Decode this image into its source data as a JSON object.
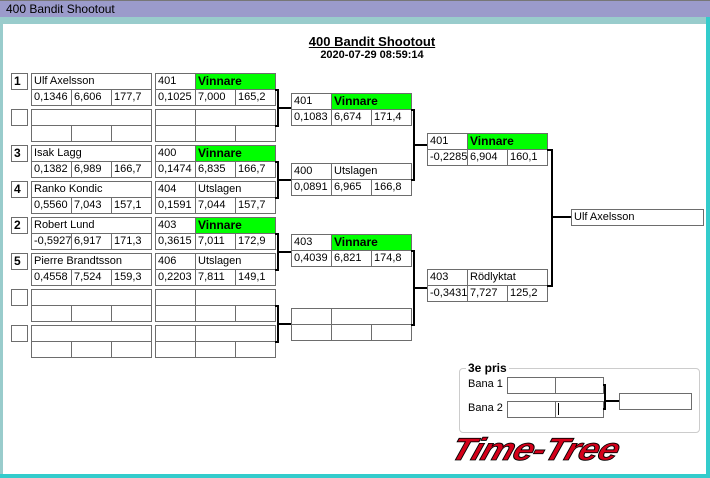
{
  "window": {
    "title": "400 Bandit Shootout"
  },
  "header": {
    "title": "400 Bandit Shootout",
    "datetime": "2020-07-29 08:59:14"
  },
  "round1": [
    {
      "seed": "1",
      "name": "Ulf Axelsson",
      "stats": [
        "0,1346",
        "6,606",
        "177,7"
      ],
      "lane": "401",
      "status": "Vinnare",
      "result": [
        "0,1025",
        "7,000",
        "165,2"
      ]
    },
    {
      "seed": "",
      "name": "",
      "stats": [
        "",
        "",
        ""
      ],
      "lane": "",
      "status": "",
      "result": [
        "",
        "",
        ""
      ]
    },
    {
      "seed": "3",
      "name": "Isak Lagg",
      "stats": [
        "0,1382",
        "6,989",
        "166,7"
      ],
      "lane": "400",
      "status": "Vinnare",
      "result": [
        "0,1474",
        "6,835",
        "166,7"
      ]
    },
    {
      "seed": "4",
      "name": "Ranko Kondic",
      "stats": [
        "0,5560",
        "7,043",
        "157,1"
      ],
      "lane": "404",
      "status": "Utslagen",
      "result": [
        "0,1591",
        "7,044",
        "157,7"
      ]
    },
    {
      "seed": "2",
      "name": "Robert Lund",
      "stats": [
        "-0,5927",
        "6,917",
        "171,3"
      ],
      "lane": "403",
      "status": "Vinnare",
      "result": [
        "0,3615",
        "7,011",
        "172,9"
      ]
    },
    {
      "seed": "5",
      "name": "Pierre Brandtsson",
      "stats": [
        "0,4558",
        "7,524",
        "159,3"
      ],
      "lane": "406",
      "status": "Utslagen",
      "result": [
        "0,2203",
        "7,811",
        "149,1"
      ]
    },
    {
      "seed": "",
      "name": "",
      "stats": [
        "",
        "",
        ""
      ],
      "lane": "",
      "status": "",
      "result": [
        "",
        "",
        ""
      ]
    },
    {
      "seed": "",
      "name": "",
      "stats": [
        "",
        "",
        ""
      ],
      "lane": "",
      "status": "",
      "result": [
        "",
        "",
        ""
      ]
    }
  ],
  "round2": [
    {
      "lane": "401",
      "status": "Vinnare",
      "result": [
        "0,1083",
        "6,674",
        "171,4"
      ]
    },
    {
      "lane": "400",
      "status": "Utslagen",
      "result": [
        "0,0891",
        "6,965",
        "166,8"
      ]
    },
    {
      "lane": "403",
      "status": "Vinnare",
      "result": [
        "0,4039",
        "6,821",
        "174,8"
      ]
    },
    {
      "lane": "",
      "status": "",
      "result": [
        "",
        "",
        ""
      ]
    }
  ],
  "round3": [
    {
      "lane": "401",
      "status": "Vinnare",
      "result": [
        "-0,2285",
        "6,904",
        "160,1"
      ]
    },
    {
      "lane": "403",
      "status": "Rödlyktat",
      "result": [
        "-0,3431",
        "7,727",
        "125,2"
      ]
    }
  ],
  "final": {
    "winner": "Ulf Axelsson"
  },
  "third_place": {
    "title": "3e pris",
    "lane1_label": "Bana 1",
    "lane2_label": "Bana 2"
  },
  "logo": {
    "text": "Time-Tree",
    "color": "#d4001a"
  },
  "colors": {
    "winner": "#00ff00",
    "titlebar": "#9b9bcb"
  }
}
